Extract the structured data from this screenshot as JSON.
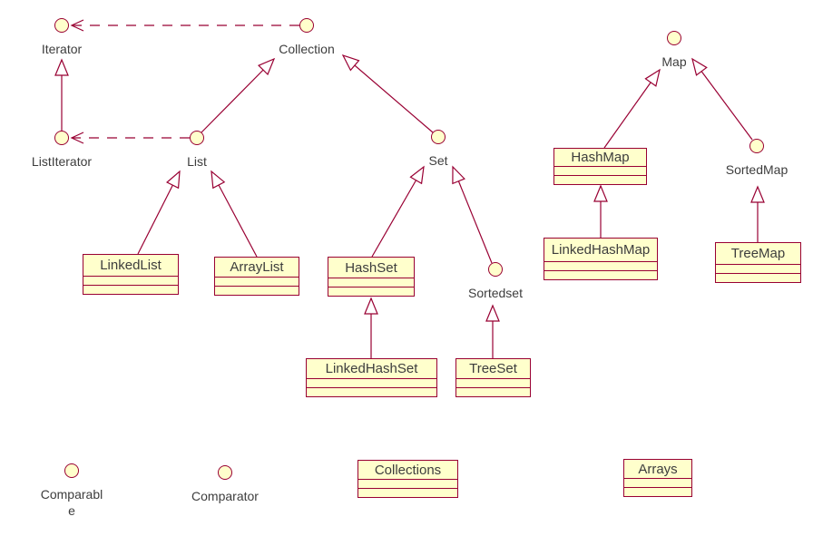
{
  "colors": {
    "line": "#990033",
    "node_fill": "#FFFFCC",
    "text": "#3d3d3d",
    "background": "#ffffff"
  },
  "interfaces": {
    "iterator": {
      "label": "Iterator"
    },
    "collection": {
      "label": "Collection"
    },
    "list_iterator": {
      "label": "ListIterator"
    },
    "list": {
      "label": "List"
    },
    "set": {
      "label": "Set"
    },
    "sorted_set": {
      "label": "Sortedset"
    },
    "map": {
      "label": "Map"
    },
    "sorted_map": {
      "label": "SortedMap"
    },
    "comparable": {
      "label": "Comparable"
    },
    "comparator": {
      "label": "Comparator"
    }
  },
  "classes": {
    "linked_list": {
      "label": "LinkedList"
    },
    "array_list": {
      "label": "ArrayList"
    },
    "hash_set": {
      "label": "HashSet"
    },
    "linked_hash_set": {
      "label": "LinkedHashSet"
    },
    "tree_set": {
      "label": "TreeSet"
    },
    "hash_map": {
      "label": "HashMap"
    },
    "linked_hash_map": {
      "label": "LinkedHashMap"
    },
    "tree_map": {
      "label": "TreeMap"
    },
    "collections": {
      "label": "Collections"
    },
    "arrays": {
      "label": "Arrays"
    }
  },
  "relations": [
    {
      "from": "ListIterator",
      "to": "Iterator",
      "type": "generalization"
    },
    {
      "from": "List",
      "to": "Collection",
      "type": "generalization"
    },
    {
      "from": "Set",
      "to": "Collection",
      "type": "generalization"
    },
    {
      "from": "LinkedList",
      "to": "List",
      "type": "generalization"
    },
    {
      "from": "ArrayList",
      "to": "List",
      "type": "generalization"
    },
    {
      "from": "HashSet",
      "to": "Set",
      "type": "generalization"
    },
    {
      "from": "Sortedset",
      "to": "Set",
      "type": "generalization"
    },
    {
      "from": "LinkedHashSet",
      "to": "HashSet",
      "type": "generalization"
    },
    {
      "from": "TreeSet",
      "to": "Sortedset",
      "type": "generalization"
    },
    {
      "from": "HashMap",
      "to": "Map",
      "type": "generalization"
    },
    {
      "from": "SortedMap",
      "to": "Map",
      "type": "generalization"
    },
    {
      "from": "LinkedHashMap",
      "to": "HashMap",
      "type": "generalization"
    },
    {
      "from": "TreeMap",
      "to": "SortedMap",
      "type": "generalization"
    },
    {
      "from": "Collection",
      "to": "Iterator",
      "type": "dependency"
    },
    {
      "from": "List",
      "to": "ListIterator",
      "type": "dependency"
    }
  ]
}
